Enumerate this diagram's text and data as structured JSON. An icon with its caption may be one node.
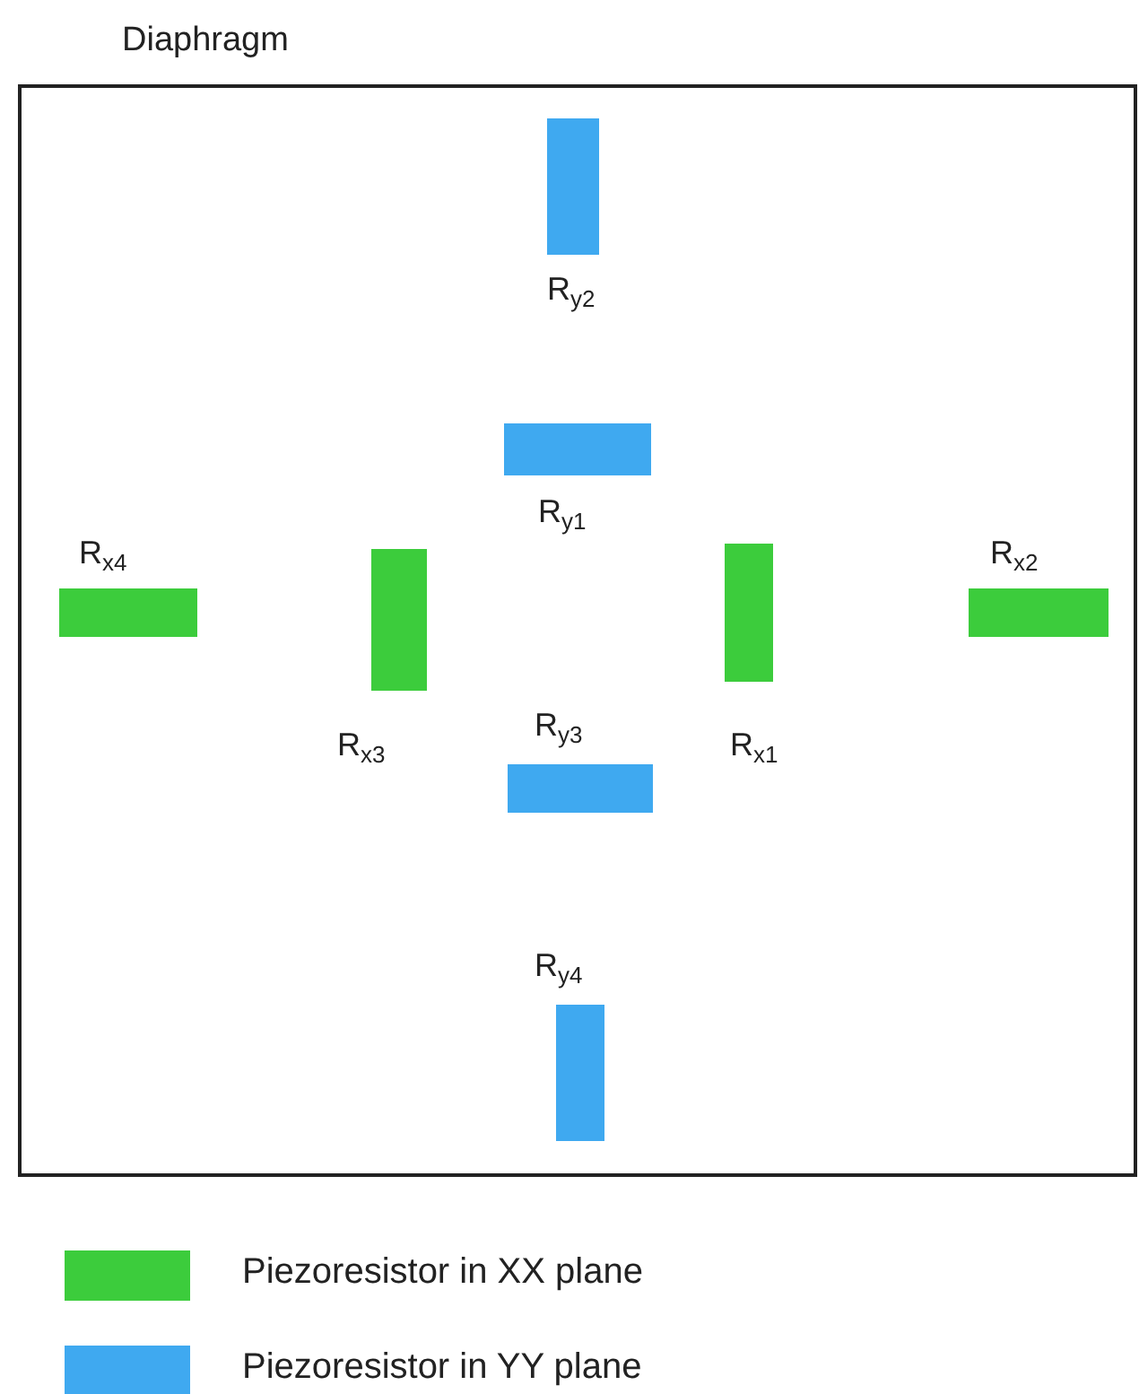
{
  "diagram": {
    "nodes": [
      {
        "text": [
          "Diaphragm"
        ]
      },
      {
        "text": [],
        "shape": "bar",
        "in": 0,
        "beside": [
          "R$_{y2}$"
        ]
      },
      {
        "text": [],
        "shape": "bar",
        "in": 0,
        "beside": [
          "R$_{y1}$"
        ]
      },
      {
        "text": [],
        "shape": "bar",
        "in": 0,
        "beside": [
          "R$_{x4}$"
        ]
      },
      {
        "text": [],
        "shape": "bar",
        "in": 0,
        "beside": [
          "R$_{x3}$"
        ]
      },
      {
        "text": [],
        "shape": "bar",
        "in": 0,
        "beside": [
          "R$_{x1}$"
        ]
      },
      {
        "text": [],
        "shape": "bar",
        "in": 0,
        "beside": [
          "R$_{x2}$"
        ]
      },
      {
        "text": [],
        "shape": "bar",
        "in": 0,
        "beside": [
          "R$_{y3}$"
        ]
      },
      {
        "text": [],
        "shape": "bar",
        "in": 0,
        "beside": [
          "R$_{y4}$"
        ]
      }
    ],
    "edges": [],
    "legend": [
      {
        "text": "Piezoresistor in XX plane",
        "color": "#3ccc3c"
      },
      {
        "text": "Piezoresistor in YY plane",
        "color": "#3fa9f0"
      }
    ]
  }
}
